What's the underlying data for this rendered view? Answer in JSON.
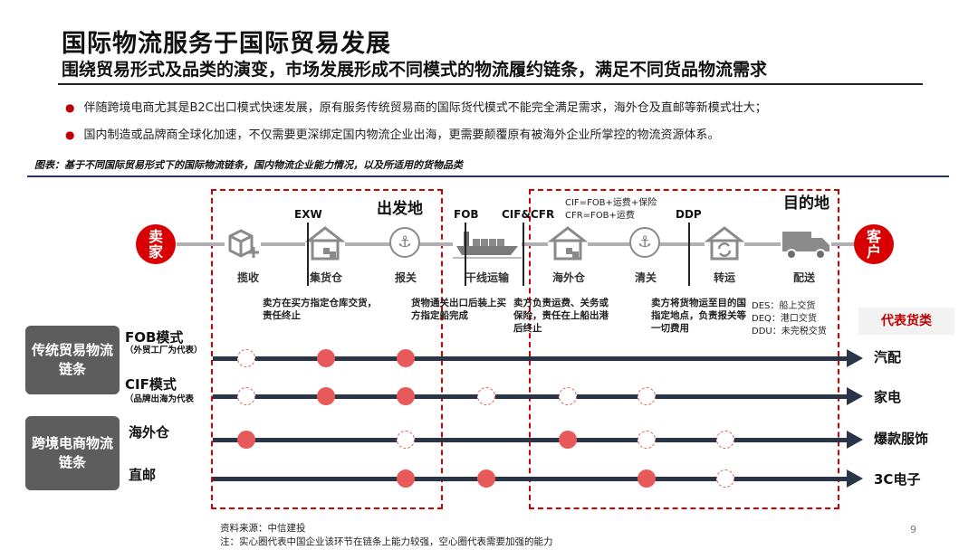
{
  "title": "国际物流服务于国际贸易发展",
  "subtitle": "围绕贸易形式及品类的演变，市场发展形成不同模式的物流履约链条，满足不同货品物流需求",
  "bullets": [
    "伴随跨境电商尤其是B2C出口模式快速发展，原有服务传统贸易商的国际货代模式不能完全满足需求，海外仓及直邮等新模式壮大；",
    "国内制造或品牌商全球化加速，不仅需要更深绑定国内物流企业出海，更需要颠覆原有被海外企业所掌控的物流资源体系。"
  ],
  "figure_caption": "图表：基于不同国际贸易形式下的国际物流链条，国内物流企业能力情况，以及所适用的货物品类",
  "regions": {
    "origin": "出发地",
    "destination": "目的地"
  },
  "terms": {
    "exw": "EXW",
    "fob": "FOB",
    "cif_cfr": "CIF&CFR",
    "ddp": "DDP",
    "cif_def": "CIF=FOB+运费+保险",
    "cfr_def": "CFR=FOB+运费"
  },
  "endpoints": {
    "seller": [
      "卖",
      "家"
    ],
    "customer": [
      "客",
      "户"
    ]
  },
  "steps": [
    {
      "label": "揽收",
      "icon": "box-plus-icon"
    },
    {
      "label": "集货仓",
      "icon": "warehouse-icon"
    },
    {
      "label": "报关",
      "icon": "anchor-icon"
    },
    {
      "label": "干线运输",
      "icon": "ship-icon"
    },
    {
      "label": "海外仓",
      "icon": "warehouse-icon"
    },
    {
      "label": "清关",
      "icon": "anchor-icon"
    },
    {
      "label": "转运",
      "icon": "transfer-house-icon"
    },
    {
      "label": "配送",
      "icon": "truck-icon"
    }
  ],
  "descriptions": {
    "exw": "卖方在买方指定仓库交货，责任终止",
    "fob": "货物通关出口后装上买方指定船完成",
    "cif": "卖方负责运费、关务或保险，责任在上船出港后终止",
    "ddp": "卖方将货物运至目的国指定地点，负责报关等一切费用",
    "incoterms": [
      "DES：船上交货",
      "DEQ：港口交货",
      "DDU：未完税交货"
    ]
  },
  "goods_header": "代表货类",
  "categories": [
    {
      "name": "传统贸易物流链条"
    },
    {
      "name": "跨境电商物流链条"
    }
  ],
  "lanes": [
    {
      "mode": "FOB模式",
      "note": "（外贸工厂为代表）",
      "goods": "汽配",
      "dots": [
        "hollow",
        "solid",
        "solid"
      ]
    },
    {
      "mode": "CIF模式",
      "note": "（品牌出海为代表",
      "goods": "家电",
      "dots": [
        "hollow",
        "solid",
        "solid",
        "hollow",
        "hollow",
        "hollow"
      ]
    },
    {
      "mode": "海外仓",
      "note": "",
      "goods": "爆款服饰",
      "dots": [
        "solid",
        "hollow",
        "solid",
        "hollow",
        "hollow"
      ]
    },
    {
      "mode": "直邮",
      "note": "",
      "goods": "3C电子",
      "dots": [
        "solid",
        "solid",
        "solid",
        "hollow"
      ]
    }
  ],
  "footer": {
    "source": "资料来源：中信建投",
    "note": "注：实心圈代表中国企业该环节在链条上能力较强，空心圈代表需要加强的能力",
    "page_number": "9"
  },
  "colors": {
    "accent_red": "#d80000",
    "dot_red": "#e85a5a",
    "lane_navy": "#2a3547",
    "gray_block": "#5d5d5d"
  }
}
